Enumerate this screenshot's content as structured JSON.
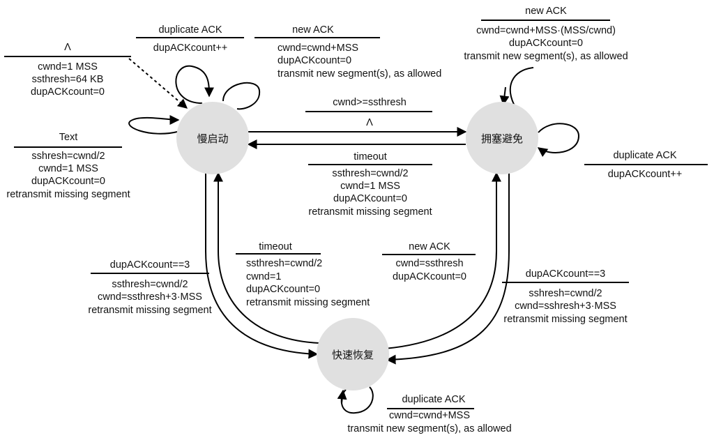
{
  "states": {
    "slow_start": "慢启动",
    "congestion_avoidance": "拥塞避免",
    "fast_recovery": "快速恢复"
  },
  "transitions": {
    "initial": {
      "event": "Λ",
      "actions": [
        "cwnd=1 MSS",
        "ssthresh=64 KB",
        "dupACKcount=0"
      ]
    },
    "ss_dup_ack": {
      "event": "duplicate ACK",
      "actions": [
        "dupACKcount++"
      ]
    },
    "ss_new_ack": {
      "event": "new ACK",
      "actions": [
        "cwnd=cwnd+MSS",
        "dupACKcount=0",
        "transmit new segment(s), as allowed"
      ]
    },
    "ss_timeout": {
      "event": "Text",
      "actions": [
        "sshresh=cwnd/2",
        "cwnd=1 MSS",
        "dupACKcount=0",
        "retransmit missing segment"
      ]
    },
    "ss_to_ca": {
      "event": "cwnd>=ssthresh",
      "actions": [
        "Λ"
      ]
    },
    "ca_timeout": {
      "event": "timeout",
      "actions": [
        "ssthresh=cwnd/2",
        "cwnd=1 MSS",
        "dupACKcount=0",
        "retransmit missing segment"
      ]
    },
    "ca_new_ack": {
      "event": "new ACK",
      "actions": [
        "cwnd=cwnd+MSS·(MSS/cwnd)",
        "dupACKcount=0",
        "transmit new segment(s), as allowed"
      ]
    },
    "ca_dup_ack": {
      "event": "duplicate ACK",
      "actions": [
        "dupACKcount++"
      ]
    },
    "ss_dup3": {
      "event": "dupACKcount==3",
      "actions": [
        "ssthresh=cwnd/2",
        "cwnd=ssthresh+3·MSS",
        "retransmit missing segment"
      ]
    },
    "fr_timeout": {
      "event": "timeout",
      "actions": [
        "ssthresh=cwnd/2",
        "cwnd=1",
        "dupACKcount=0",
        "retransmit missing segment"
      ]
    },
    "fr_new_ack": {
      "event": "new ACK",
      "actions": [
        "cwnd=ssthresh",
        "dupACKcount=0"
      ]
    },
    "ca_dup3": {
      "event": "dupACKcount==3",
      "actions": [
        "sshresh=cwnd/2",
        "cwnd=sshresh+3·MSS",
        "retransmit missing segment"
      ]
    },
    "fr_dup_ack": {
      "event": "duplicate ACK",
      "actions": [
        "cwnd=cwnd+MSS",
        "transmit new segment(s), as allowed"
      ]
    }
  }
}
